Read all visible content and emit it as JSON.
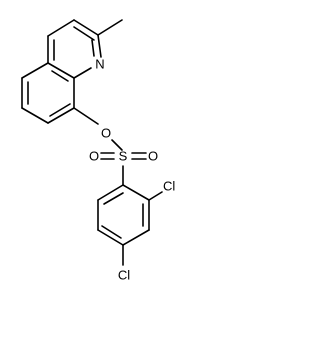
{
  "molecule": {
    "atoms": [
      {
        "id": "N1",
        "label": "N"
      },
      {
        "id": "O1",
        "label": "O"
      },
      {
        "id": "S1",
        "label": "S"
      },
      {
        "id": "O2",
        "label": "O"
      },
      {
        "id": "O3",
        "label": "O"
      },
      {
        "id": "Cl1",
        "label": "Cl"
      },
      {
        "id": "Cl2",
        "label": "Cl"
      }
    ]
  }
}
